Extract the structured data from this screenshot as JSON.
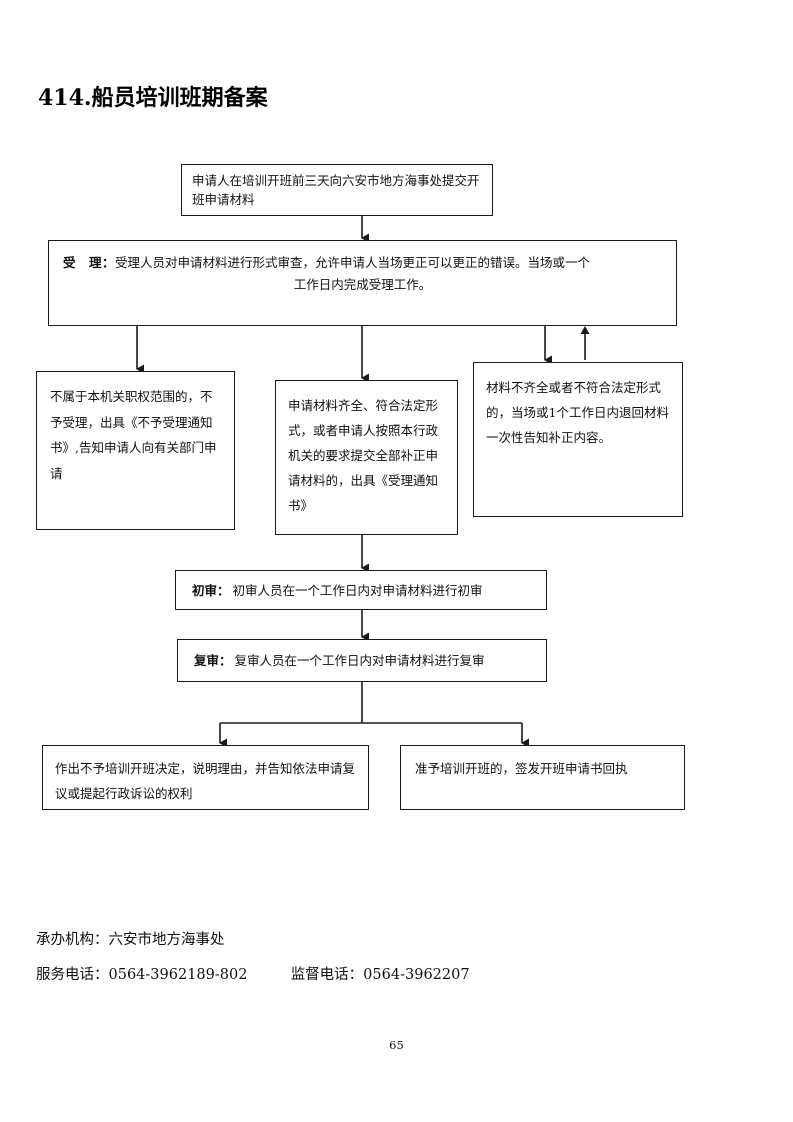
{
  "document": {
    "title": "414.船员培训班期备案",
    "page_number": "65"
  },
  "flowchart": {
    "boxes": {
      "apply": {
        "text": "申请人在培训开班前三天向六安市地方海事处提交开班申请材料"
      },
      "accept": {
        "label": "受　理：",
        "line1": "受理人员对申请材料进行形式审查，允许申请人当场更正可以更正的错误。当场或一个",
        "line2": "工作日内完成受理工作。"
      },
      "reject": {
        "text": "不属于本机关职权范围的，不予受理，出具《不予受理通知书》,告知申请人向有关部门申请"
      },
      "complete": {
        "text": "申请材料齐全、符合法定形式，或者申请人按照本行政机关的要求提交全部补正申请材料的，出具《受理通知书》"
      },
      "incomplete": {
        "text": "材料不齐全或者不符合法定形式的，当场或1个工作日内退回材料一次性告知补正内容。"
      },
      "first_review": {
        "label": "初审：",
        "text": "初审人员在一个工作日内对申请材料进行初审"
      },
      "second_review": {
        "label": "复审：",
        "text": "复审人员在一个工作日内对申请材料进行复审"
      },
      "deny": {
        "text": "作出不予培训开班决定，说明理由，并告知依法申请复议或提起行政诉讼的权利"
      },
      "approve": {
        "text": "准予培训开班的，签发开班申请书回执"
      }
    },
    "connector_color": "#1a1a1a"
  },
  "footer": {
    "agency": "承办机构：六安市地方海事处",
    "service_phone": "服务电话：0564-3962189-802",
    "supervision_phone": "监督电话：0564-3962207"
  }
}
